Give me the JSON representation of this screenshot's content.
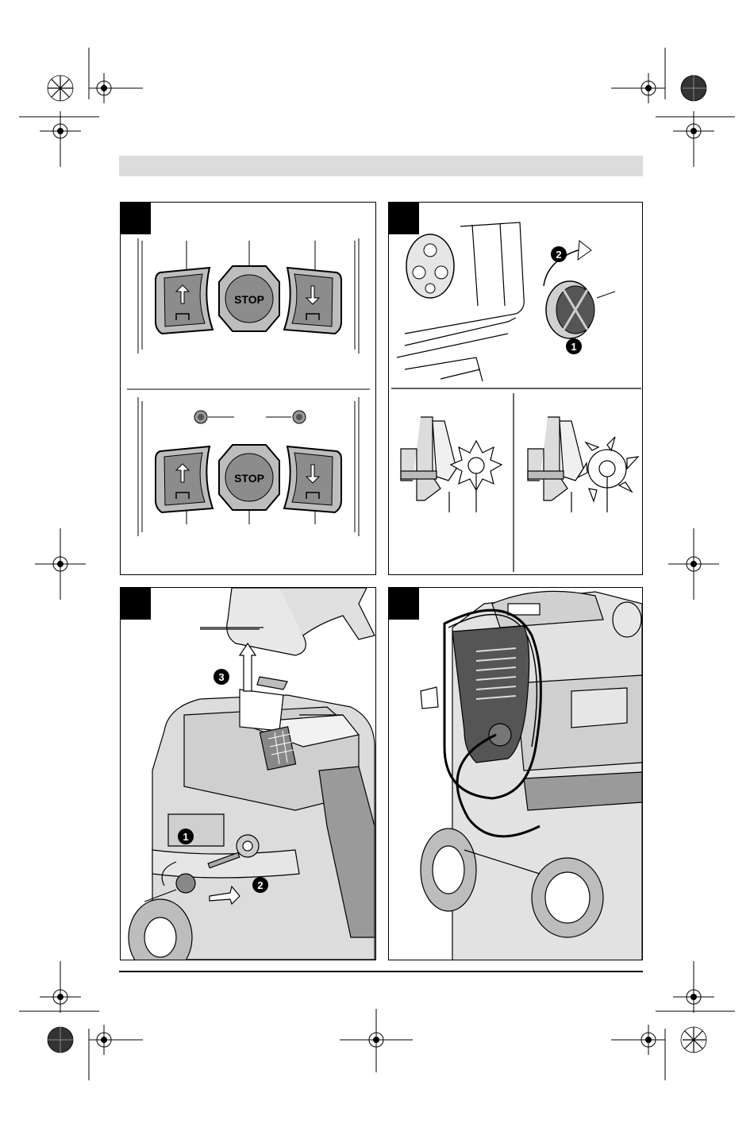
{
  "panels": {
    "top_left": {
      "button_stop_upper": "STOP",
      "button_stop_lower": "STOP"
    },
    "top_right": {
      "step_1": "1",
      "step_2": "2"
    },
    "bottom_left": {
      "step_1": "1",
      "step_2": "2",
      "step_3": "3"
    }
  }
}
